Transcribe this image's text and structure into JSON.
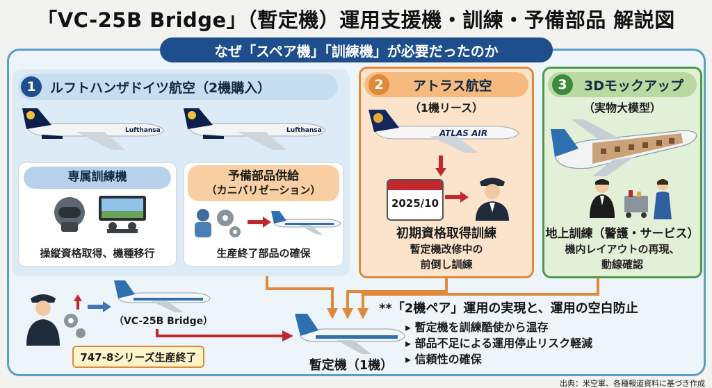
{
  "title": "「VC-25B Bridge」（暫定機）運用支援機・訓練・予備部品 解説図",
  "banner": "なぜ「スペア機」「訓練機」が必要だったのか",
  "sections": {
    "lufthansa": {
      "number": "1",
      "header": "ルフトハンザドイツ航空（2機購入）",
      "plane_livery": "Lufthansa",
      "training": {
        "title": "専属訓練機",
        "caption": "操縦資格取得、機種移行"
      },
      "parts": {
        "title": "予備部品供給",
        "title2": "（カニバリゼーション）",
        "caption": "生産終了部品の確保"
      }
    },
    "atlas": {
      "number": "2",
      "header": "アトラス航空",
      "sub": "（1機リース）",
      "plane_livery": "ATLAS AIR",
      "calendar": "2025/10",
      "caption1": "初期資格取得訓練",
      "caption2": "暫定機改修中の",
      "caption3": "前倒し訓練"
    },
    "mockup": {
      "number": "3",
      "header": "3Dモックアップ",
      "sub": "（実物大模型）",
      "caption1": "地上訓練（警護・サービス）",
      "caption2": "機内レイアウトの再現、",
      "caption3": "動線確認"
    }
  },
  "bridge": {
    "label": "（VC-25B Bridge）",
    "flag": "747-8シリーズ生産終了"
  },
  "interim": {
    "label": "暫定機（1機）"
  },
  "result": {
    "headline": "**「2機ペア」運用の実現と、運用の空白防止",
    "bullets": [
      "暫定機を訓練酷使から温存",
      "部品不足による運用停止リスク軽減",
      "信頼性の確保"
    ]
  },
  "credit": "出典：米空軍、各種報道資料に基づき作成",
  "colors": {
    "navy": "#1f4e8c",
    "orange": "#e0893a",
    "green": "#4a9a48",
    "arrow_red": "#c0282d"
  }
}
